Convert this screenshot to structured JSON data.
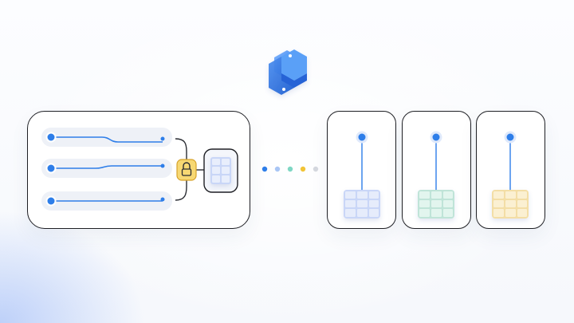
{
  "colors": {
    "accent_blue": "#2e7ee9",
    "panel_border": "#1e1f24",
    "lock_fill": "#f7d873",
    "lock_border": "#d6a22a",
    "grid_blue": "#c9d6f7",
    "grid_green": "#c9eadf",
    "grid_yellow": "#f8e6b6",
    "dot_blue": "#2e7ee9",
    "dot_lightblue": "#a9c6f5",
    "dot_teal": "#7fd7c4",
    "dot_yellow": "#f2c437",
    "dot_gray": "#d4d7de"
  },
  "icons": {
    "logo": "python-logo-icon",
    "lock": "padlock-icon",
    "table": "table-grid-icon"
  },
  "diagram": {
    "left_tracks": 3,
    "right_tables": [
      "blue",
      "green",
      "yellow"
    ],
    "connector_dots": [
      "dot_blue",
      "dot_lightblue",
      "dot_teal",
      "dot_yellow",
      "dot_gray"
    ]
  }
}
